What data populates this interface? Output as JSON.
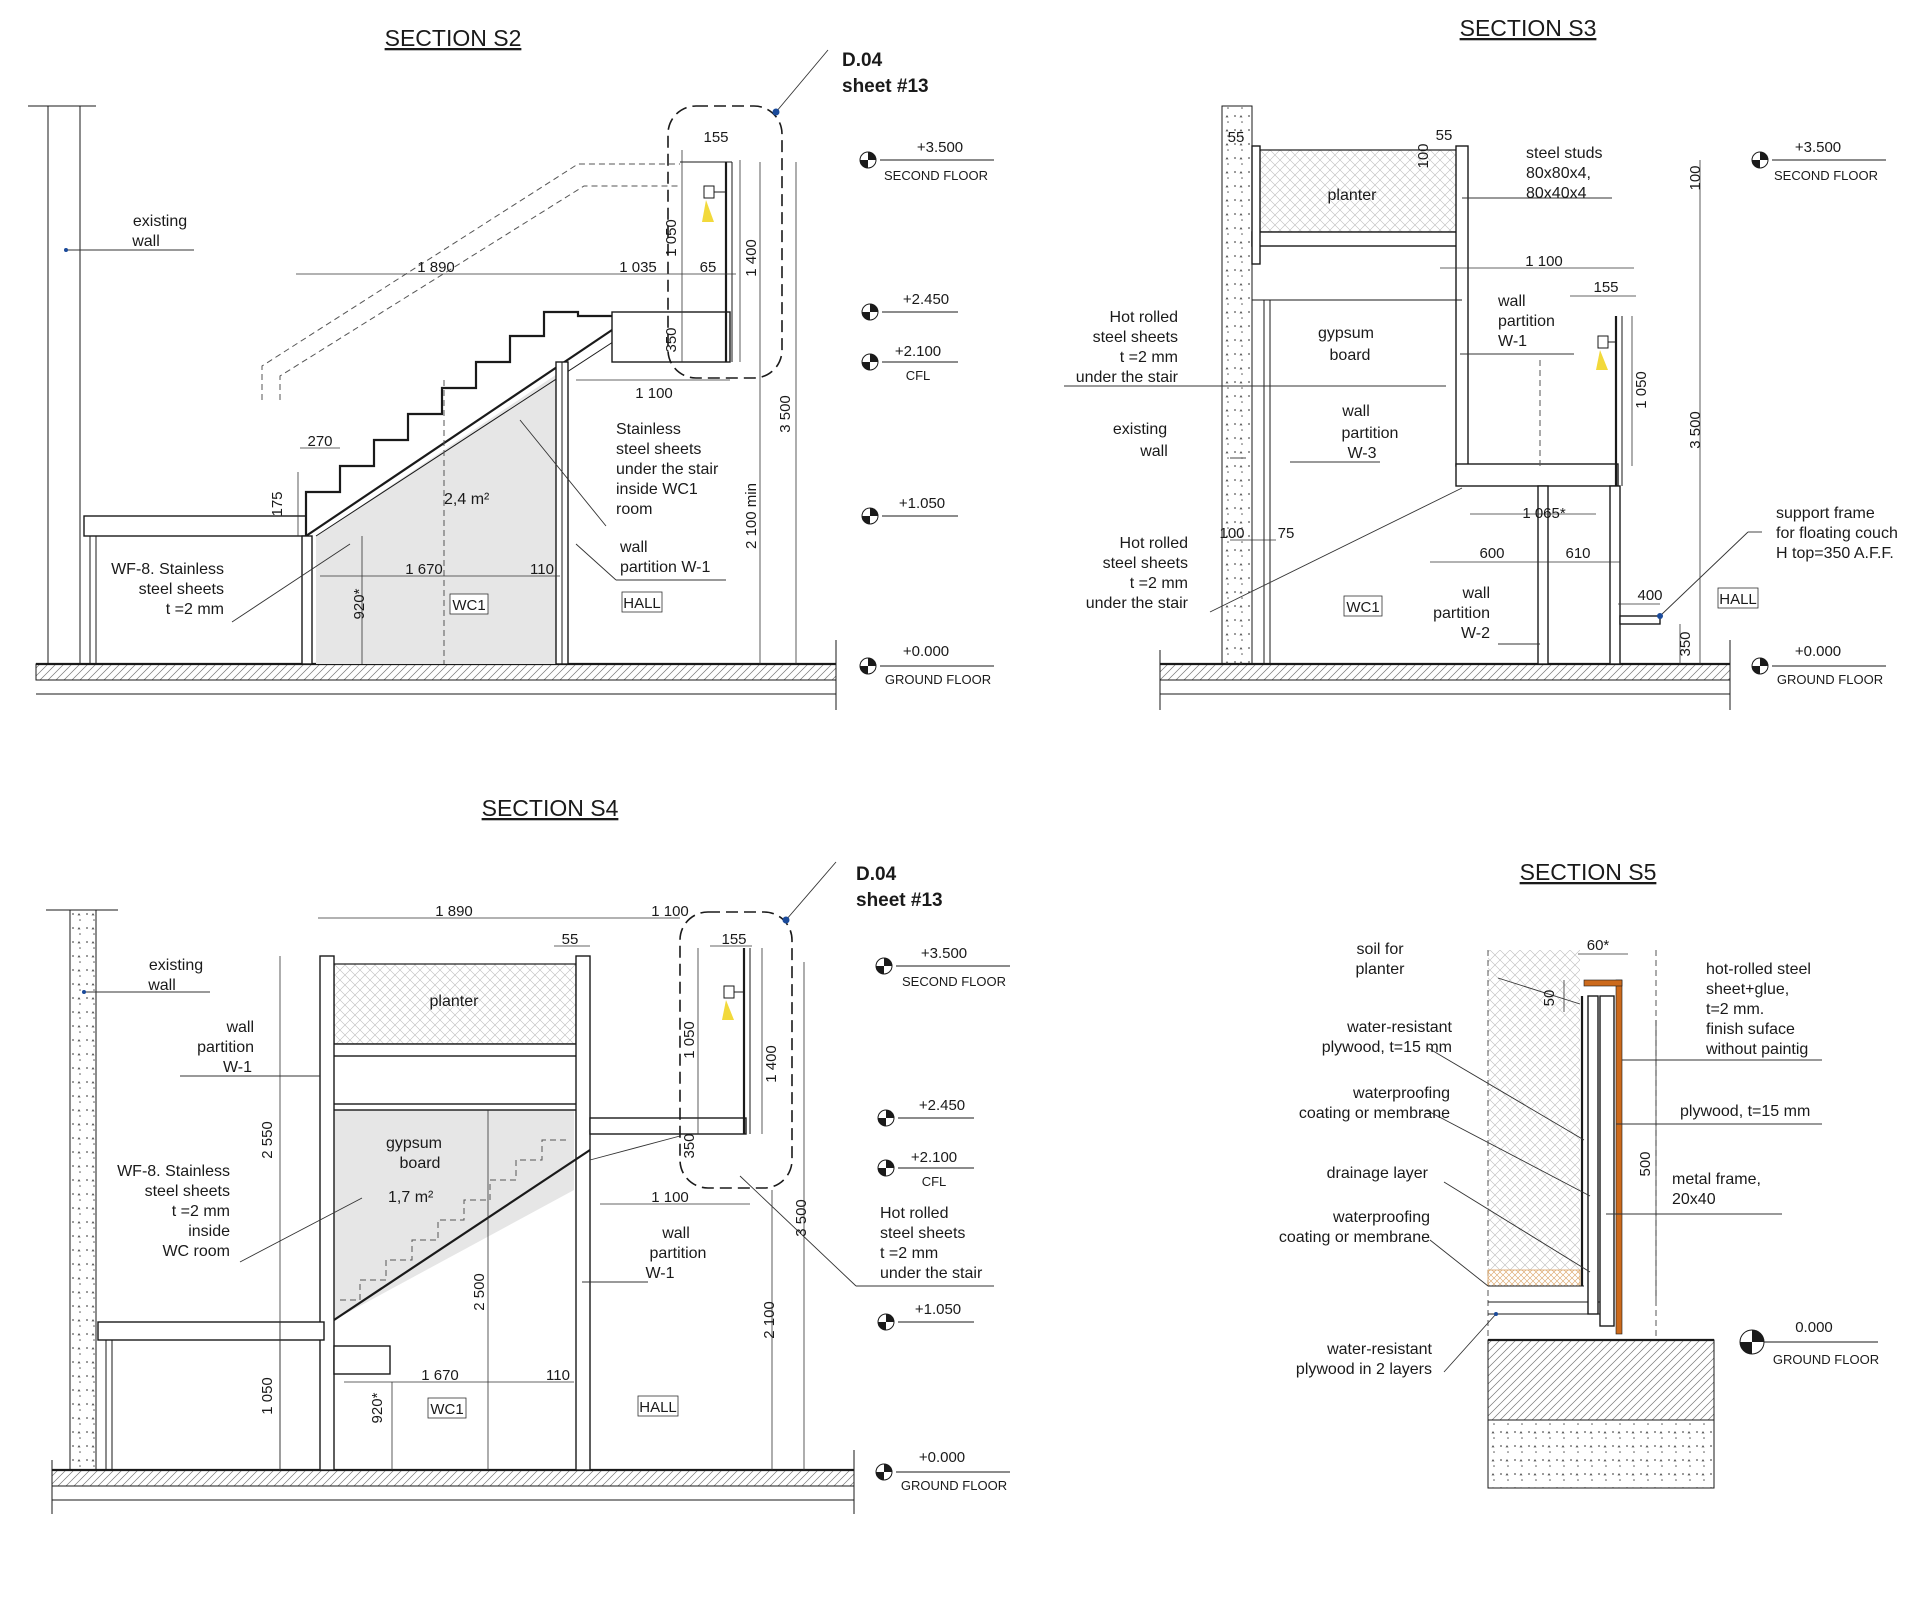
{
  "sections": {
    "s2": {
      "title": "SECTION S2",
      "detail_ref": "D.04",
      "detail_sheet": "sheet #13",
      "labels": {
        "existing_wall": [
          "existing",
          "wall"
        ],
        "stainless_under_stair": [
          "Stainless",
          "steel sheets",
          "under the stair",
          "inside WC1",
          "room"
        ],
        "wf8": [
          "WF-8. Stainless",
          "steel sheets",
          "t =2 mm"
        ],
        "wall_partition": [
          "wall",
          "partition W-1"
        ],
        "area": "2,4 m²"
      },
      "tags": {
        "wc": "WC1",
        "hall": "HALL"
      },
      "dims": {
        "d155": "155",
        "d1890": "1 890",
        "d1035": "1 035",
        "d65": "65",
        "d1050": "1 050",
        "d1400": "1 400",
        "d350": "350",
        "d1100": "1 100",
        "d3500": "3 500",
        "d2100min": "2 100 min",
        "d270": "270",
        "d175": "175",
        "d1670": "1 670",
        "d110": "110",
        "d920": "920*"
      },
      "levels": [
        {
          "value": "+3.500",
          "name": "SECOND FLOOR"
        },
        {
          "value": "+2.450",
          "name": ""
        },
        {
          "value": "+2.100",
          "name": "CFL"
        },
        {
          "value": "+1.050",
          "name": ""
        },
        {
          "value": "+0.000",
          "name": "GROUND FLOOR"
        }
      ]
    },
    "s3": {
      "title": "SECTION S3",
      "labels": {
        "planter": "planter",
        "steel_studs": [
          "steel studs",
          "80x80x4,",
          "80x40x4"
        ],
        "hot_rolled_top": [
          "Hot rolled",
          "steel sheets",
          "t =2 mm",
          "under the stair"
        ],
        "gypsum": [
          "gypsum",
          "board"
        ],
        "wall_w1": [
          "wall",
          "partition",
          "W-1"
        ],
        "existing_wall": [
          "existing",
          "wall"
        ],
        "wall_w3": [
          "wall",
          "partition",
          "W-3"
        ],
        "hot_rolled_bottom": [
          "Hot rolled",
          "steel sheets",
          "t =2 mm",
          "under the stair"
        ],
        "wall_w2": [
          "wall",
          "partition",
          "W-2"
        ],
        "support_frame": [
          "support frame",
          "for floating couch",
          "H top=350 A.F.F."
        ]
      },
      "tags": {
        "wc": "WC1",
        "hall": "HALL"
      },
      "dims": {
        "d55a": "55",
        "d55b": "55",
        "d100a": "100",
        "d100b": "100",
        "d1100": "1 100",
        "d155": "155",
        "d1050": "1 050",
        "d3500": "3 500",
        "d1065": "1 065*",
        "d100c": "100",
        "d75": "75",
        "d600": "600",
        "d610": "610",
        "d400": "400",
        "d350": "350"
      },
      "levels": [
        {
          "value": "+3.500",
          "name": "SECOND FLOOR"
        },
        {
          "value": "+0.000",
          "name": "GROUND FLOOR"
        }
      ]
    },
    "s4": {
      "title": "SECTION S4",
      "detail_ref": "D.04",
      "detail_sheet": "sheet #13",
      "labels": {
        "existing_wall": [
          "existing",
          "wall"
        ],
        "planter": "planter",
        "wall_w1_left": [
          "wall",
          "partition",
          "W-1"
        ],
        "gypsum": [
          "gypsum",
          "board"
        ],
        "area": "1,7 m²",
        "wf8": [
          "WF-8. Stainless",
          "steel sheets",
          "t =2 mm",
          "inside",
          "WC room"
        ],
        "wall_w1_right": [
          "wall",
          "partition",
          "W-1"
        ],
        "hot_rolled": [
          "Hot rolled",
          "steel sheets",
          "t =2 mm",
          "under the stair"
        ]
      },
      "tags": {
        "wc": "WC1",
        "hall": "HALL"
      },
      "dims": {
        "d1890": "1 890",
        "d1100a": "1 100",
        "d55": "55",
        "d155": "155",
        "d1050a": "1 050",
        "d1400": "1 400",
        "d350": "350",
        "d1100b": "1 100",
        "d2550": "2 550",
        "d2500": "2 500",
        "d3500": "3 500",
        "d2100": "2 100",
        "d1670": "1 670",
        "d110": "110",
        "d1050b": "1 050",
        "d920": "920*"
      },
      "levels": [
        {
          "value": "+3.500",
          "name": "SECOND FLOOR"
        },
        {
          "value": "+2.450",
          "name": ""
        },
        {
          "value": "+2.100",
          "name": "CFL"
        },
        {
          "value": "+1.050",
          "name": ""
        },
        {
          "value": "+0.000",
          "name": "GROUND FLOOR"
        }
      ]
    },
    "s5": {
      "title": "SECTION S5",
      "labels": {
        "soil": [
          "soil for",
          "planter"
        ],
        "wr_plywood": [
          "water-resistant",
          "plywood, t=15 mm"
        ],
        "waterproofing_1": [
          "waterproofing",
          "coating or membrane"
        ],
        "drainage": "drainage layer",
        "waterproofing_2": [
          "waterproofing",
          "coating or membrane"
        ],
        "wr_plywood_2": [
          "water-resistant",
          "plywood in 2 layers"
        ],
        "hot_rolled": [
          "hot-rolled steel",
          "sheet+glue,",
          "t=2 mm.",
          "finish suface",
          "without paintig"
        ],
        "plywood": "plywood, t=15 mm",
        "metal_frame": [
          "metal frame,",
          "20x40"
        ]
      },
      "dims": {
        "d60": "60*",
        "d50": "50",
        "d500": "500"
      },
      "levels": [
        {
          "value": "0.000",
          "name": "GROUND FLOOR"
        }
      ]
    }
  },
  "colors": {
    "ink": "#1a1a1a",
    "fill_wc": "#e6e6e6",
    "wood": "#cc6a1c",
    "drainage": "#f7d9a8"
  }
}
